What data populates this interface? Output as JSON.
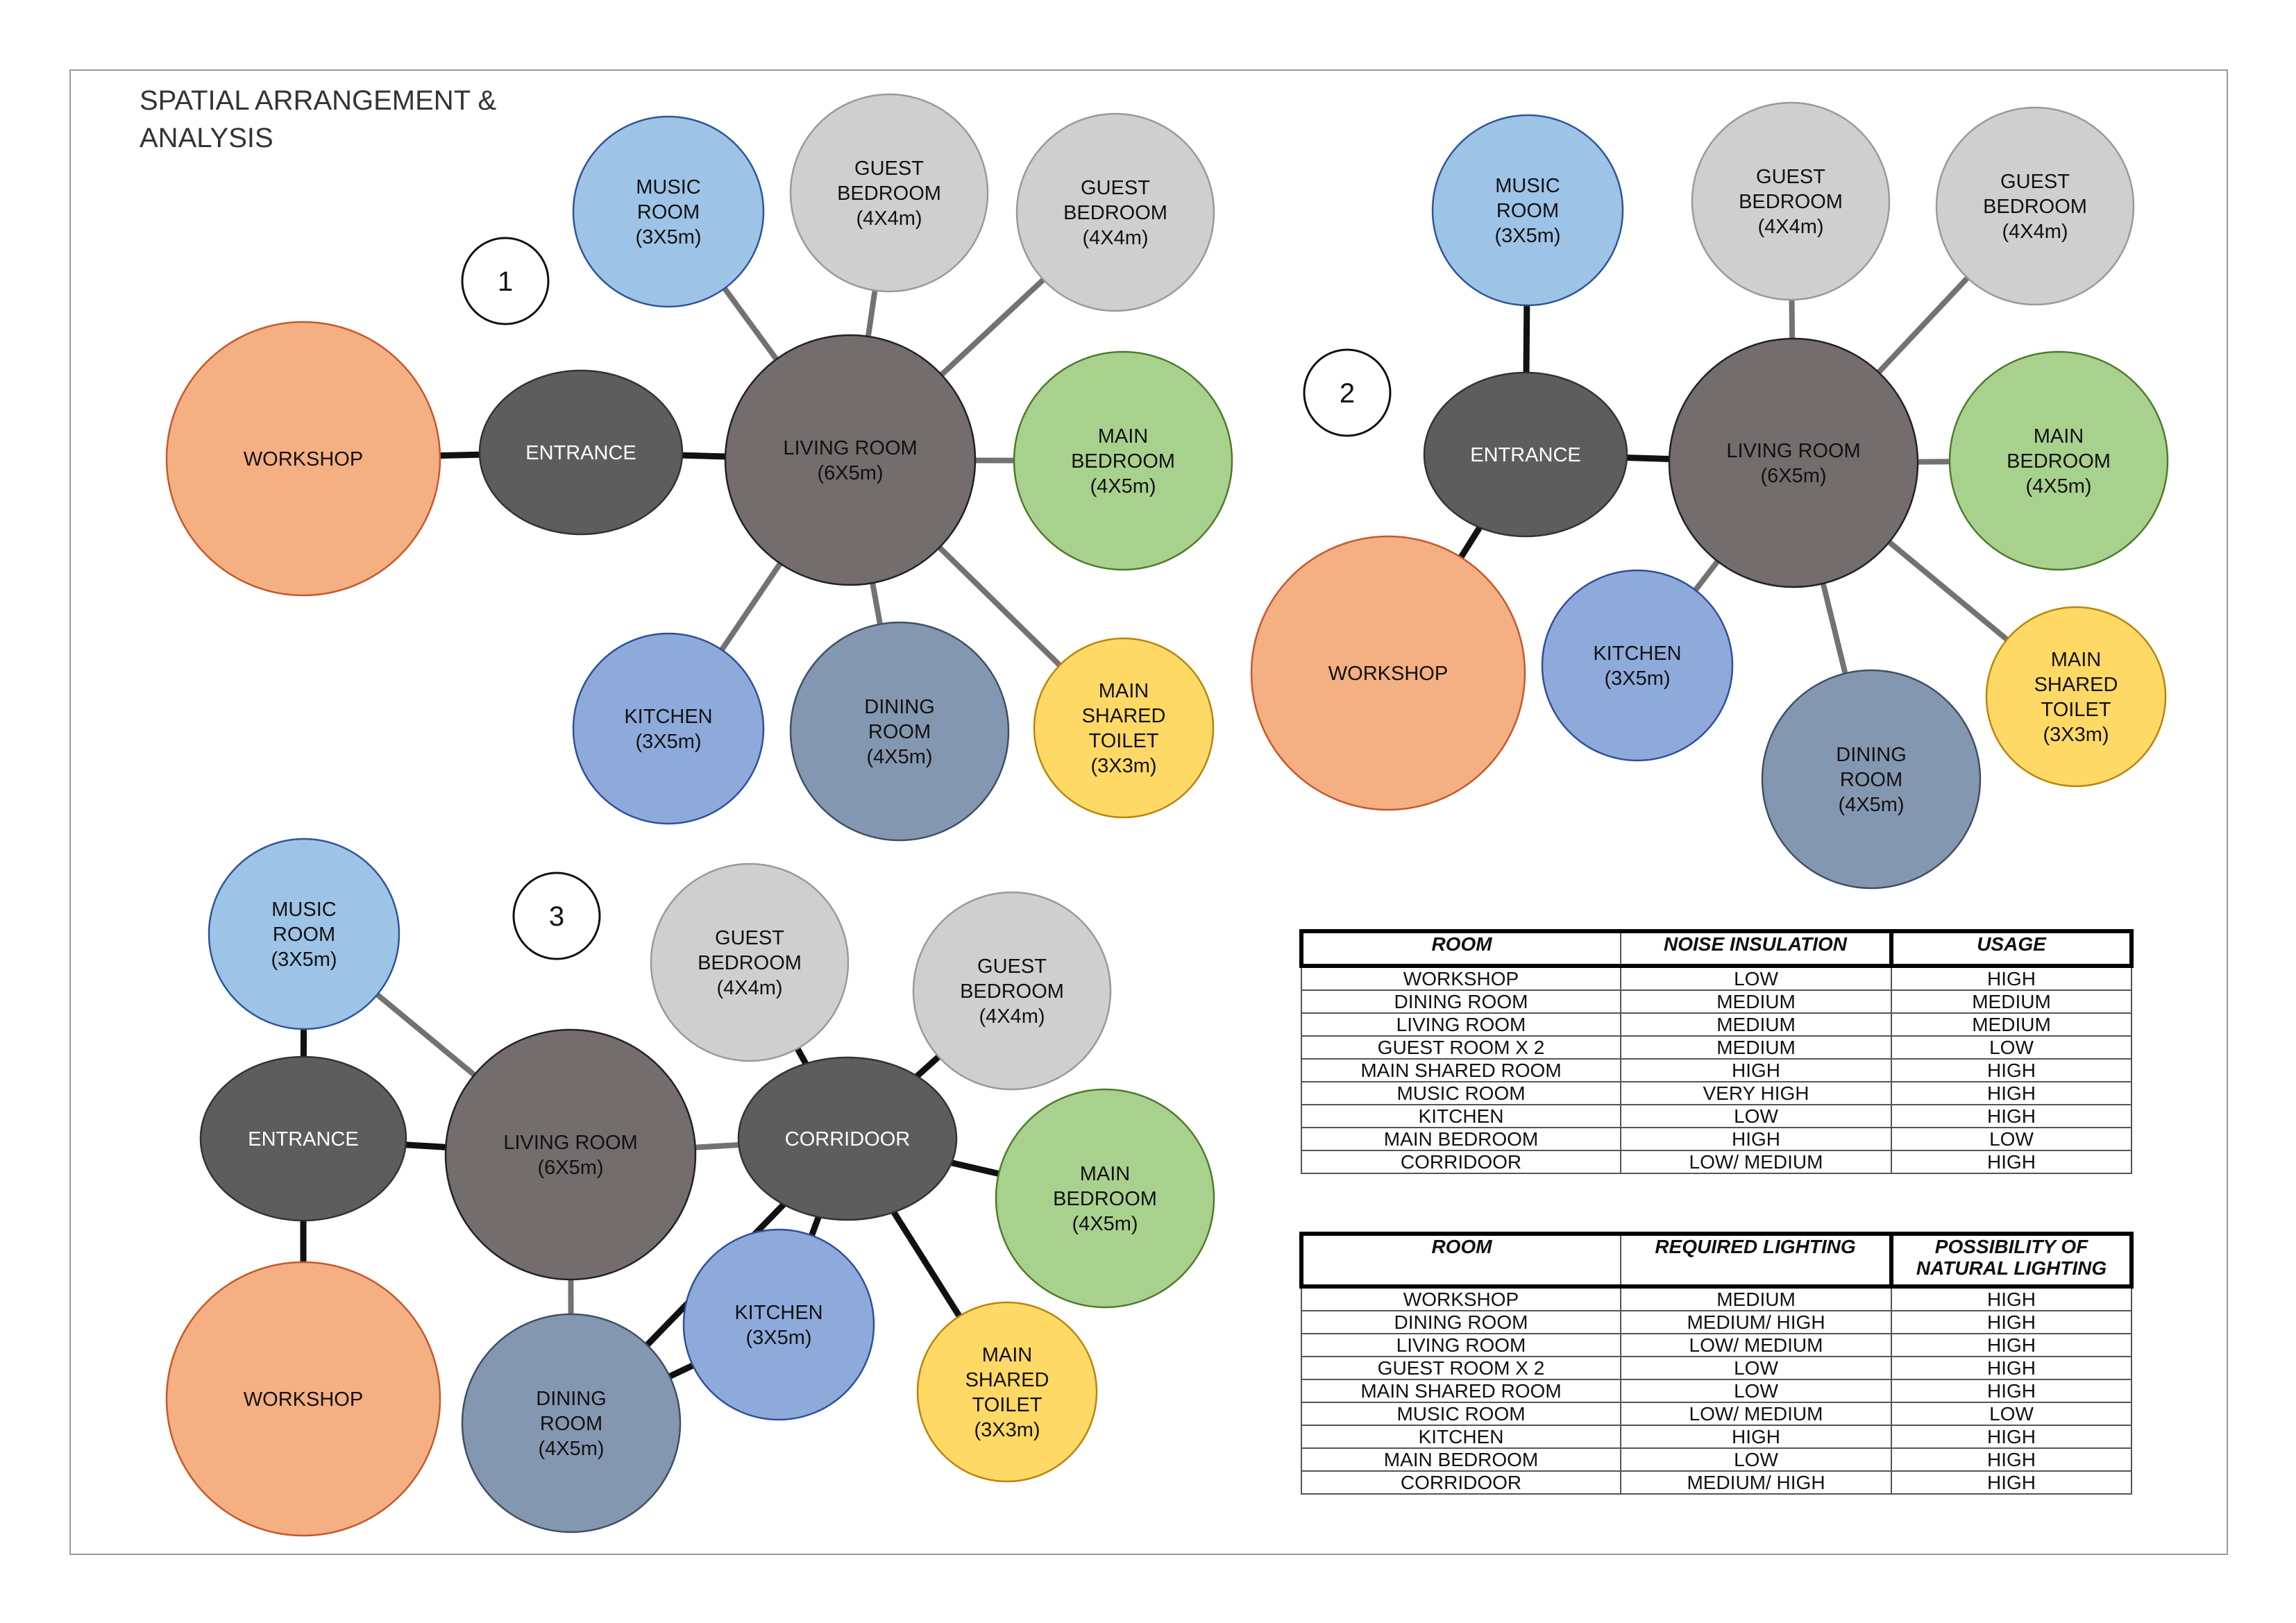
{
  "title_lines": [
    "SPATIAL ARRANGEMENT &",
    "ANALYSIS"
  ],
  "colors": {
    "workshop": "#f4af83",
    "entrance": "#5d5d5d",
    "living": "#736d6d",
    "music": "#9dc3e6",
    "guest": "#d0cfcf",
    "main_bedroom": "#a9d18e",
    "kitchen": "#8eaadb",
    "dining": "#8497b0",
    "toilet": "#ffd966",
    "corridor": "#5d5d5d",
    "link_dark": "#111111",
    "link_grey": "#767171"
  },
  "diagrams": [
    {
      "number": "1",
      "nodes": [
        {
          "id": "workshop",
          "lines": [
            "WORKSHOP"
          ]
        },
        {
          "id": "entrance",
          "lines": [
            "ENTRANCE"
          ]
        },
        {
          "id": "living",
          "lines": [
            "LIVING ROOM",
            "(6X5m)"
          ]
        },
        {
          "id": "music",
          "lines": [
            "MUSIC",
            "ROOM",
            "(3X5m)"
          ]
        },
        {
          "id": "guest-a",
          "lines": [
            "GUEST",
            "BEDROOM",
            "(4X4m)"
          ]
        },
        {
          "id": "guest-b",
          "lines": [
            "GUEST",
            "BEDROOM",
            "(4X4m)"
          ]
        },
        {
          "id": "main-bedroom",
          "lines": [
            "MAIN",
            "BEDROOM",
            "(4X5m)"
          ]
        },
        {
          "id": "kitchen",
          "lines": [
            "KITCHEN",
            "(3X5m)"
          ]
        },
        {
          "id": "dining",
          "lines": [
            "DINING",
            "ROOM",
            "(4X5m)"
          ]
        },
        {
          "id": "toilet",
          "lines": [
            "MAIN",
            "SHARED",
            "TOILET",
            "(3X3m)"
          ]
        }
      ]
    },
    {
      "number": "2",
      "nodes": [
        {
          "id": "music",
          "lines": [
            "MUSIC",
            "ROOM",
            "(3X5m)"
          ]
        },
        {
          "id": "guest-a",
          "lines": [
            "GUEST",
            "BEDROOM",
            "(4X4m)"
          ]
        },
        {
          "id": "guest-b",
          "lines": [
            "GUEST",
            "BEDROOM",
            "(4X4m)"
          ]
        },
        {
          "id": "entrance",
          "lines": [
            "ENTRANCE"
          ]
        },
        {
          "id": "living",
          "lines": [
            "LIVING ROOM",
            "(6X5m)"
          ]
        },
        {
          "id": "main-bedroom",
          "lines": [
            "MAIN",
            "BEDROOM",
            "(4X5m)"
          ]
        },
        {
          "id": "workshop",
          "lines": [
            "WORKSHOP"
          ]
        },
        {
          "id": "kitchen",
          "lines": [
            "KITCHEN",
            "(3X5m)"
          ]
        },
        {
          "id": "toilet",
          "lines": [
            "MAIN",
            "SHARED",
            "TOILET",
            "(3X3m)"
          ]
        },
        {
          "id": "dining",
          "lines": [
            "DINING",
            "ROOM",
            "(4X5m)"
          ]
        }
      ]
    },
    {
      "number": "3",
      "nodes": [
        {
          "id": "music",
          "lines": [
            "MUSIC",
            "ROOM",
            "(3X5m)"
          ]
        },
        {
          "id": "entrance",
          "lines": [
            "ENTRANCE"
          ]
        },
        {
          "id": "workshop",
          "lines": [
            "WORKSHOP"
          ]
        },
        {
          "id": "living",
          "lines": [
            "LIVING ROOM",
            "(6X5m)"
          ]
        },
        {
          "id": "guest-a",
          "lines": [
            "GUEST",
            "BEDROOM",
            "(4X4m)"
          ]
        },
        {
          "id": "guest-b",
          "lines": [
            "GUEST",
            "BEDROOM",
            "(4X4m)"
          ]
        },
        {
          "id": "corridor",
          "lines": [
            "CORRIDOOR"
          ]
        },
        {
          "id": "main-bedroom",
          "lines": [
            "MAIN",
            "BEDROOM",
            "(4X5m)"
          ]
        },
        {
          "id": "kitchen",
          "lines": [
            "KITCHEN",
            "(3X5m)"
          ]
        },
        {
          "id": "dining",
          "lines": [
            "DINING",
            "ROOM",
            "(4X5m)"
          ]
        },
        {
          "id": "toilet",
          "lines": [
            "MAIN",
            "SHARED",
            "TOILET",
            "(3X3m)"
          ]
        }
      ]
    }
  ],
  "noise_table": {
    "headers": [
      "ROOM",
      "NOISE INSULATION",
      "USAGE"
    ],
    "rows": [
      [
        "WORKSHOP",
        "LOW",
        "HIGH"
      ],
      [
        "DINING ROOM",
        "MEDIUM",
        "MEDIUM"
      ],
      [
        "LIVING ROOM",
        "MEDIUM",
        "MEDIUM"
      ],
      [
        "GUEST ROOM X 2",
        "MEDIUM",
        "LOW"
      ],
      [
        "MAIN SHARED ROOM",
        "HIGH",
        "HIGH"
      ],
      [
        "MUSIC ROOM",
        "VERY HIGH",
        "HIGH"
      ],
      [
        "KITCHEN",
        "LOW",
        "HIGH"
      ],
      [
        "MAIN BEDROOM",
        "HIGH",
        "LOW"
      ],
      [
        "CORRIDOOR",
        "LOW/ MEDIUM",
        "HIGH"
      ]
    ]
  },
  "lighting_table": {
    "headers": [
      "ROOM",
      "REQUIRED LIGHTING",
      "POSSIBILITY OF NATURAL LIGHTING"
    ],
    "header_lines": [
      [
        "ROOM"
      ],
      [
        "REQUIRED LIGHTING"
      ],
      [
        "POSSIBILITY OF",
        "NATURAL LIGHTING"
      ]
    ],
    "rows": [
      [
        "WORKSHOP",
        "MEDIUM",
        "HIGH"
      ],
      [
        "DINING ROOM",
        "MEDIUM/ HIGH",
        "HIGH"
      ],
      [
        "LIVING ROOM",
        "LOW/ MEDIUM",
        "HIGH"
      ],
      [
        "GUEST ROOM X 2",
        "LOW",
        "HIGH"
      ],
      [
        "MAIN SHARED ROOM",
        "LOW",
        "HIGH"
      ],
      [
        "MUSIC ROOM",
        "LOW/ MEDIUM",
        "LOW"
      ],
      [
        "KITCHEN",
        "HIGH",
        "HIGH"
      ],
      [
        "MAIN BEDROOM",
        "LOW",
        "HIGH"
      ],
      [
        "CORRIDOOR",
        "MEDIUM/ HIGH",
        "HIGH"
      ]
    ]
  }
}
